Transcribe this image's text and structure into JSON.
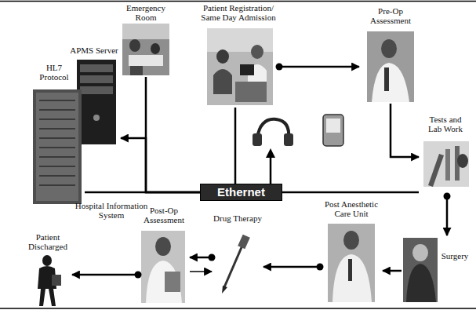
{
  "diagram": {
    "nodes": [
      {
        "text": [
          "Emergency Room"
        ]
      },
      {
        "text": [
          "Patient Registration/ Same Day Admission"
        ]
      },
      {
        "text": [
          "Pre-Op Assessment"
        ]
      },
      {
        "text": [
          "APMS Server"
        ]
      },
      {
        "text": [
          "Hospital Information System"
        ]
      },
      {
        "text": [
          "Ethernet"
        ]
      },
      {
        "text": [
          "Tests and Lab Work"
        ]
      },
      {
        "text": [
          "Surgery"
        ]
      },
      {
        "text": [
          "Post Anesthetic Care Unit"
        ]
      },
      {
        "text": [
          "Drug Therapy"
        ]
      },
      {
        "text": [
          "Post-Op Assessment"
        ]
      },
      {
        "text": [
          "Patient Discharged"
        ]
      }
    ],
    "edges": [
      {
        "from": 1,
        "to": 2,
        "arrow": "to"
      },
      {
        "from": 2,
        "to": 6,
        "arrow": "to"
      },
      {
        "from": 6,
        "to": 7,
        "arrow": "to"
      },
      {
        "from": 7,
        "to": 8,
        "arrow": "to"
      },
      {
        "from": 8,
        "to": 9,
        "arrow": "to"
      },
      {
        "from": 9,
        "to": 10,
        "arrow": "to"
      },
      {
        "from": 10,
        "to": 9,
        "arrow": "to"
      },
      {
        "from": 10,
        "to": 11,
        "arrow": "to"
      },
      {
        "from": 5,
        "to": 0,
        "arrow": "none"
      },
      {
        "from": 5,
        "to": 1,
        "arrow": "none"
      },
      {
        "from": 5,
        "to": 3,
        "arrow": "to"
      },
      {
        "from": 5,
        "to": 4,
        "arrow": "none"
      },
      {
        "from": 5,
        "to": 6,
        "arrow": "none"
      }
    ],
    "labels": [
      "HL7 Protocol"
    ]
  }
}
